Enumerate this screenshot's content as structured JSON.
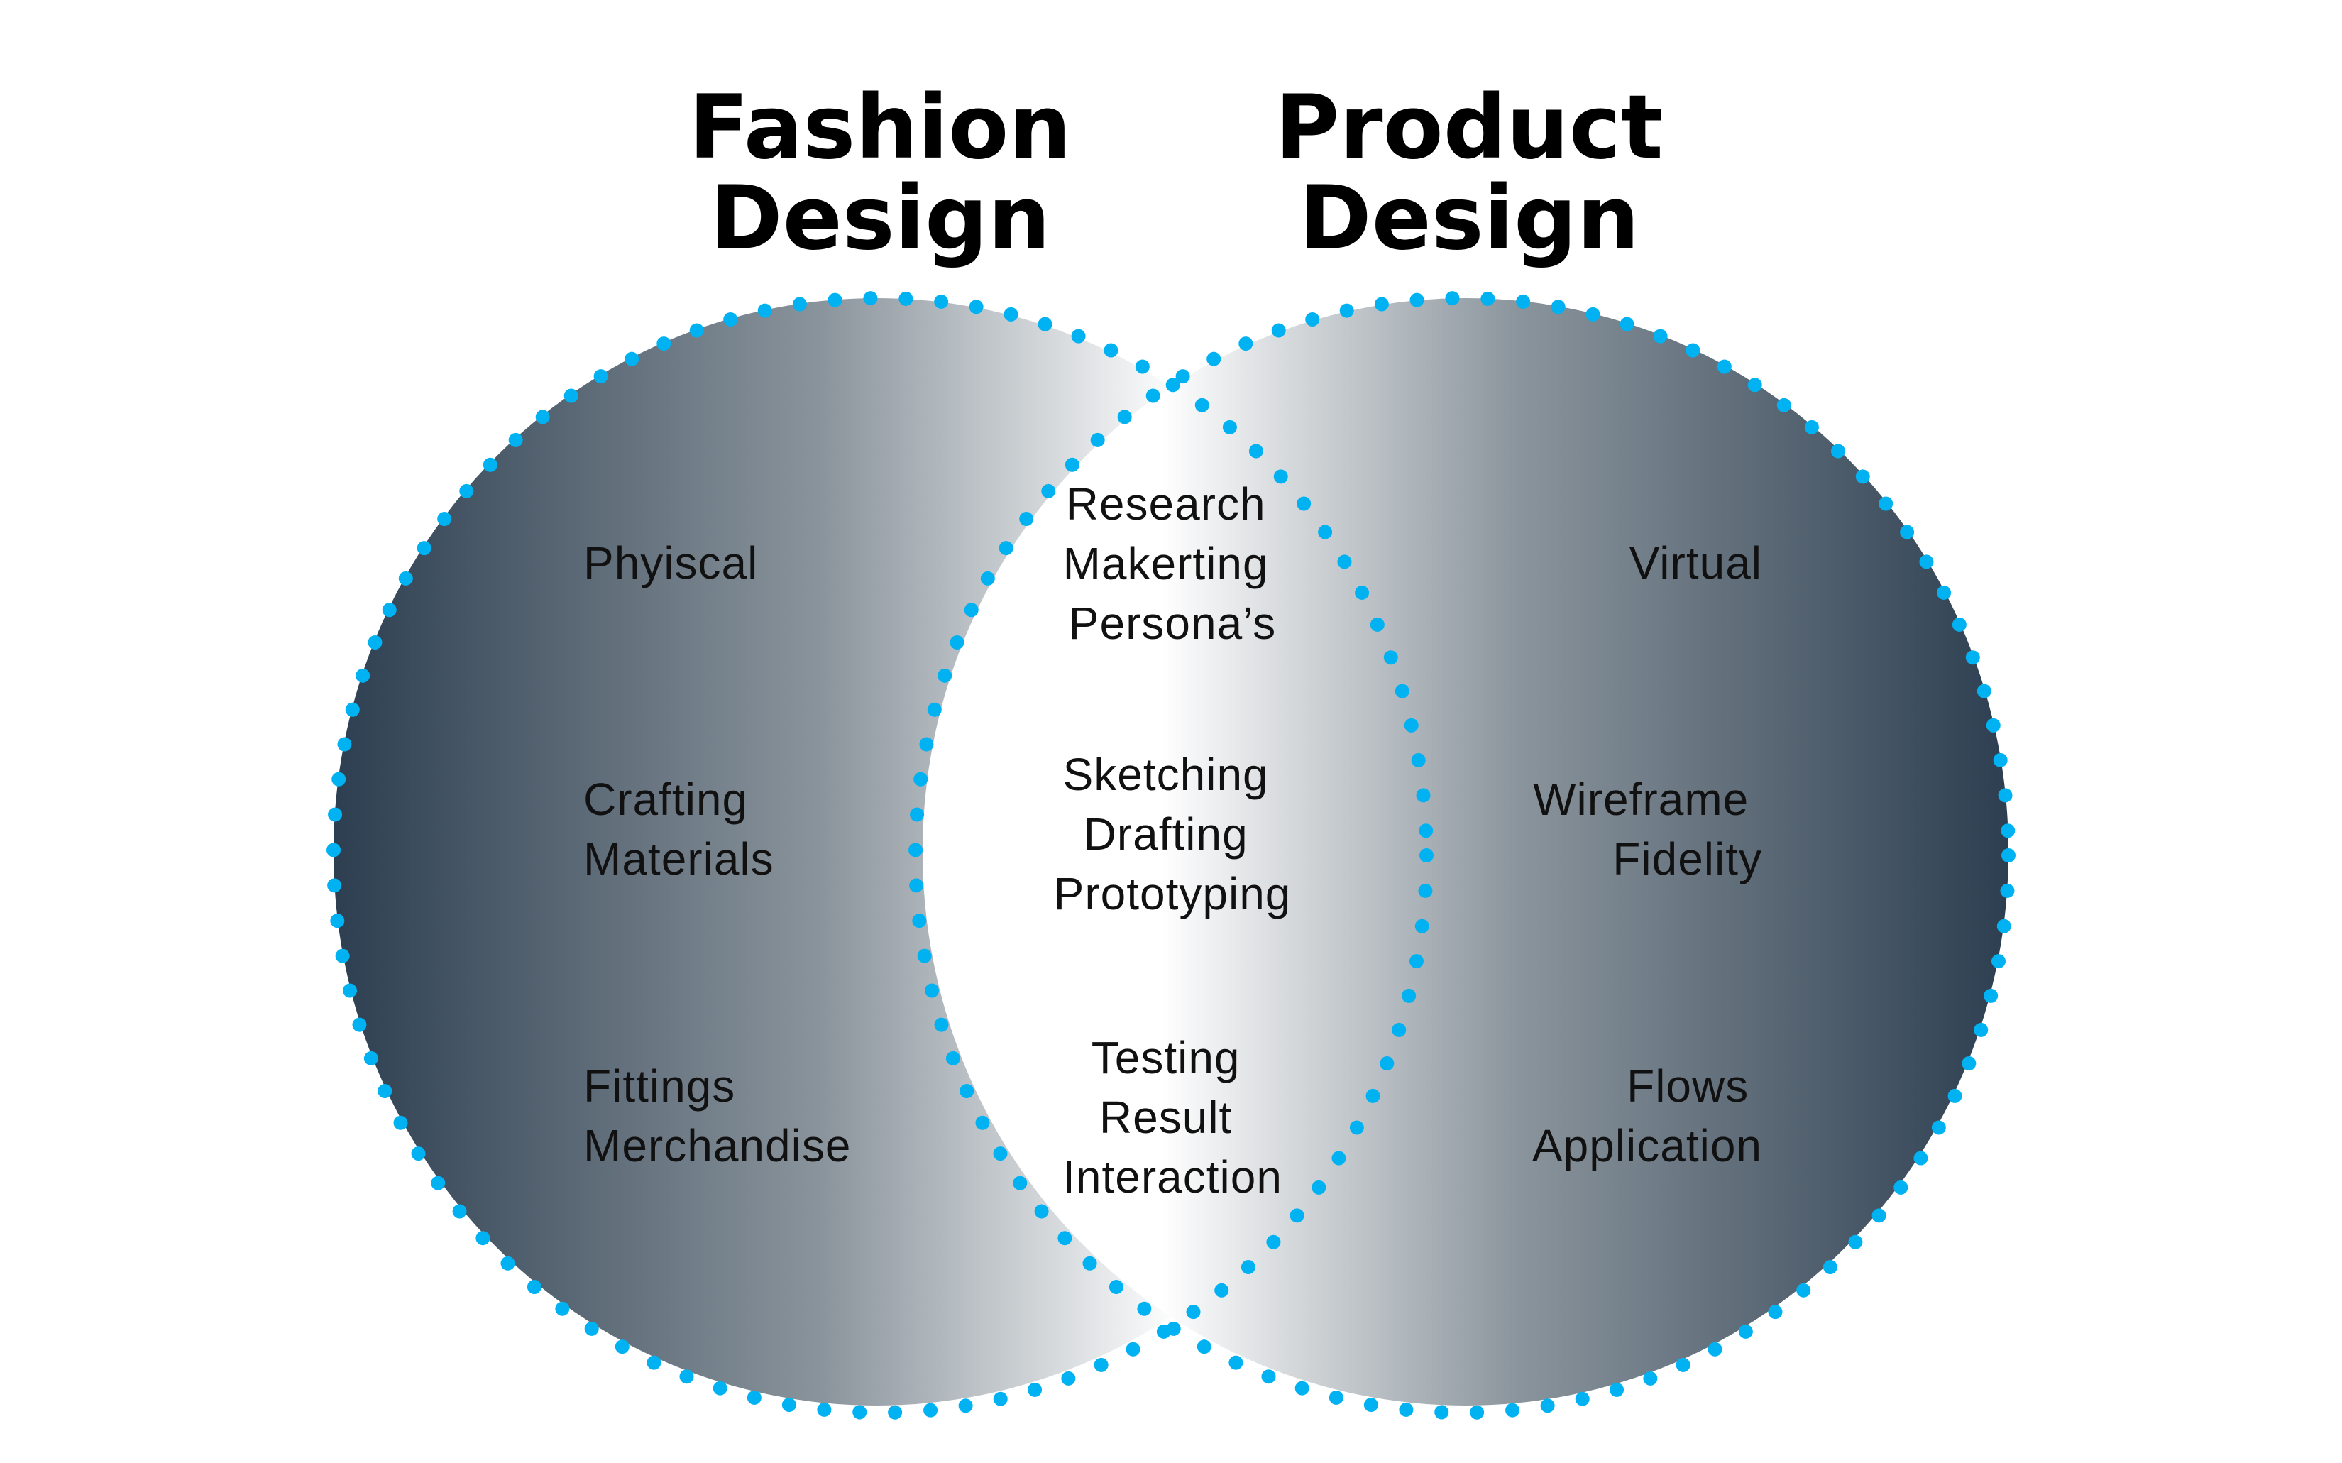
{
  "titles": {
    "left": [
      "Fashion",
      "Design"
    ],
    "right": [
      "Product",
      "Design"
    ]
  },
  "left_items": [
    [
      "Phyiscal"
    ],
    [
      "Crafting",
      "Materials"
    ],
    [
      "Fittings",
      "Merchandise"
    ]
  ],
  "center_items": [
    [
      "Research",
      "Makerting",
      "Persona’s"
    ],
    [
      "Sketching",
      "Drafting",
      "Prototyping"
    ],
    [
      "Testing",
      "Result",
      "Interaction"
    ]
  ],
  "right_items": [
    [
      "Virtual"
    ],
    [
      "Wireframe",
      "Fidelity"
    ],
    [
      "Flows",
      "Application"
    ]
  ],
  "colors": {
    "dark": "#2c3e50",
    "light": "#ffffff",
    "dots": "#00b2f2",
    "text": "#111111"
  }
}
